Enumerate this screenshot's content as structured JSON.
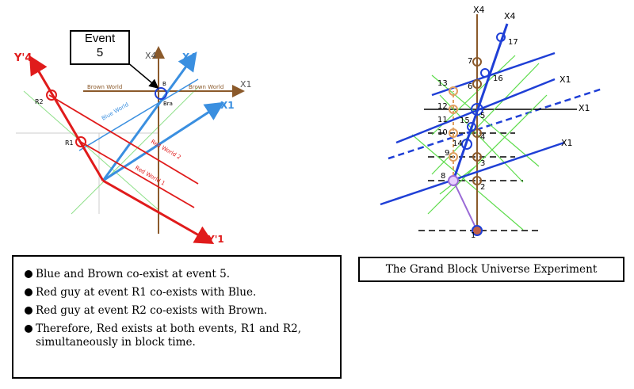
{
  "left_diagram": {
    "callout_line1": "Event",
    "callout_line2": "5",
    "axis_x4": "X4",
    "axis_x4_blue": "X4",
    "axis_x1": "X1",
    "axis_x1_blue": "X1",
    "axis_y4": "Y'4",
    "axis_y1": "Y'1",
    "brown_world_left": "Brown World",
    "brown_world_right": "Brown World",
    "blue_world": "Blue World",
    "red_world_2": "Red World 2",
    "red_world_1": "Red World 1",
    "label_r1": "R1",
    "label_r2": "R2",
    "label_bra": "Bra",
    "label_b": "B"
  },
  "right_diagram": {
    "axis_x4_brown": "X4",
    "axis_x4_blue": "X4",
    "axis_x1_blue_top": "X1",
    "axis_x1_black": "X1",
    "axis_x1_blue_bottom": "X1",
    "events": [
      "1",
      "2",
      "3",
      "4",
      "5",
      "6",
      "7",
      "8",
      "9",
      "10",
      "11",
      "12",
      "13",
      "14",
      "15",
      "16",
      "17"
    ]
  },
  "bullets": [
    "Blue and Brown co-exist at event 5.",
    "Red guy at event R1 co-exists with Blue.",
    "Red guy at event R2 co-exists with Brown.",
    "Therefore, Red exists at both events, R1 and R2, simultaneously in block time."
  ],
  "caption": "The Grand Block Universe Experiment",
  "colors": {
    "brown": "#8b5a2b",
    "blue": "#1f3fd6",
    "light_blue": "#3a8fe0",
    "red": "#e01b1b",
    "green": "#5ddc4b"
  }
}
